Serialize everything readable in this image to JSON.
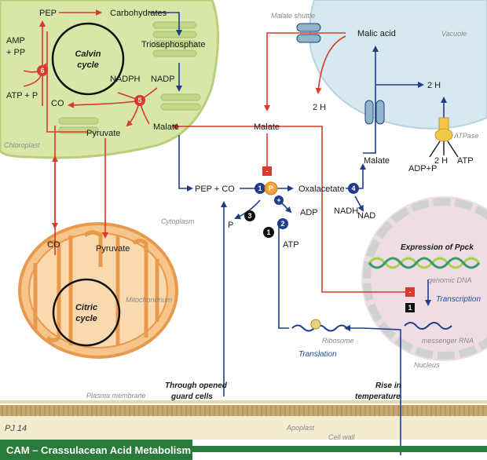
{
  "title": "CAM – Crassulacean Acid Metabolism",
  "signature": "PJ 14",
  "compartments": {
    "chloroplast": "Chloroplast",
    "vacuole": "Vacuole",
    "cytoplasm": "Cytoplasm",
    "mitochondrium": "Mitochondrium",
    "nucleus": "Nucleus",
    "plasma_membrane": "Plasma membrane",
    "apoplast": "Apoplast",
    "cell_wall": "Cell wall",
    "malate_shuttle": "Malate shuttle",
    "atpase": "ATPase"
  },
  "cycles": {
    "calvin_1": "Calvin",
    "calvin_2": "cycle",
    "citric_1": "Citric",
    "citric_2": "cycle"
  },
  "metabolites": {
    "pep": "PEP",
    "carbohydrates": "Carbohydrates",
    "triosephosphate": "Triosephosphate",
    "amp_pp": "AMP",
    "amp_pp2": "+ PP",
    "atp_pi": "ATP + P",
    "nadph": "NADPH",
    "nadp": "NADP",
    "co2_chloro": "CO",
    "pyruvate_chloro": "Pyruvate",
    "malate_chloro": "Malate",
    "malate_cyto": "Malate",
    "malic_acid": "Malic acid",
    "h_plus_1": "2 H",
    "h_plus_2": "2 H",
    "h_plus_3": "2 H",
    "pep_co2": "PEP + CO",
    "oxalacetate": "Oxalacetate",
    "malate_mid": "Malate",
    "adp": "ADP",
    "atp": "ATP",
    "pi": "P",
    "nadh": "NADH",
    "nad": "NAD",
    "adp_pi": "ADP+P",
    "atp_vac": "ATP",
    "co2_mito": "CO",
    "pyruvate_mito": "Pyruvate"
  },
  "gene": {
    "expression": "Expression of Ppck",
    "genomic": "genomic DNA",
    "transcription": "Transcription",
    "messenger": "messenger RNA",
    "ribosome": "Ribosome",
    "translation": "Translation"
  },
  "notes": {
    "guard_1": "Through opened",
    "guard_2": "guard cells",
    "temp_1": "Rise in",
    "temp_2": "temperature"
  },
  "badges": {
    "b1": "1",
    "b2": "2",
    "b3": "3",
    "b4": "4",
    "b5": "5",
    "b6": "6",
    "bP": "P",
    "minus": "-",
    "plus": "+"
  },
  "colors": {
    "red": "#d93a2b",
    "blue": "#1f3e8a",
    "chloroplast": "#d8e6a8",
    "mitochondrion": "#f7c48a",
    "vacuole": "#d6e8f0",
    "nucleus": "#eedde4",
    "banner": "#2a7a3a"
  }
}
